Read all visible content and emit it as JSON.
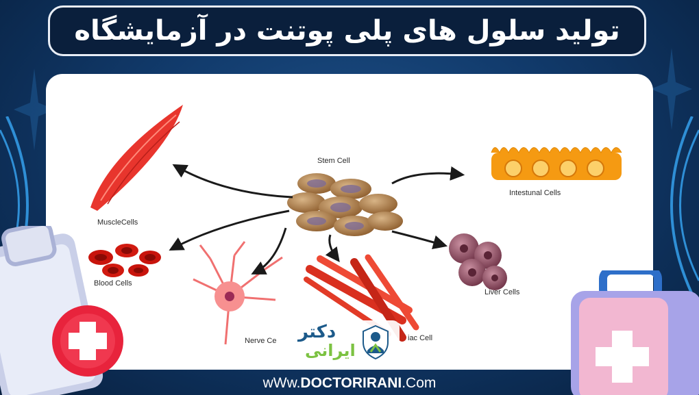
{
  "title": "تولید سلول های پلی پوتنت در آزمایشگاه",
  "diagram": {
    "center_label": "Stem Cell",
    "outputs": [
      {
        "label": "MuscleCells"
      },
      {
        "label": "Blood Cells"
      },
      {
        "label": "Nerve Ce"
      },
      {
        "label": "iac Cell"
      },
      {
        "label": "Liver Cells"
      },
      {
        "label": "Intestunal Cells"
      }
    ]
  },
  "logo": {
    "line1": "دکتر",
    "line2": "ایرانی"
  },
  "website": {
    "prefix": "wWw.",
    "name": "DOCTORIRANI",
    "suffix": ".Com"
  },
  "colors": {
    "accent": "#0a1f3c",
    "muscle": "#e8352d",
    "intestine": "#f59a12",
    "liver": "#9b5a6e",
    "logo_green": "#7cc242"
  }
}
